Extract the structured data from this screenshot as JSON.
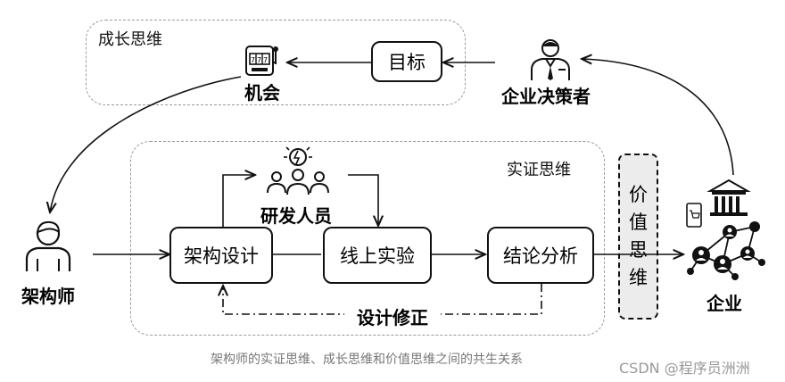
{
  "regions": {
    "growth": {
      "title": "成长思维"
    },
    "empirical": {
      "title": "实证思维"
    },
    "value": {
      "chars": [
        "价",
        "值",
        "思",
        "维"
      ]
    }
  },
  "nodes": {
    "goal": "目标",
    "opportunity": "机会",
    "decision_maker": "企业决策者",
    "rnd": "研发人员",
    "architect": "架构师",
    "arch_design": "架构设计",
    "online_experiment": "线上实验",
    "conclusion_analysis": "结论分析",
    "enterprise": "企业",
    "design_correction": "设计修正"
  },
  "caption": "架构师的实证思维、成长思维和价值思维之间的共生关系",
  "watermark": "CSDN @程序员洲洲"
}
